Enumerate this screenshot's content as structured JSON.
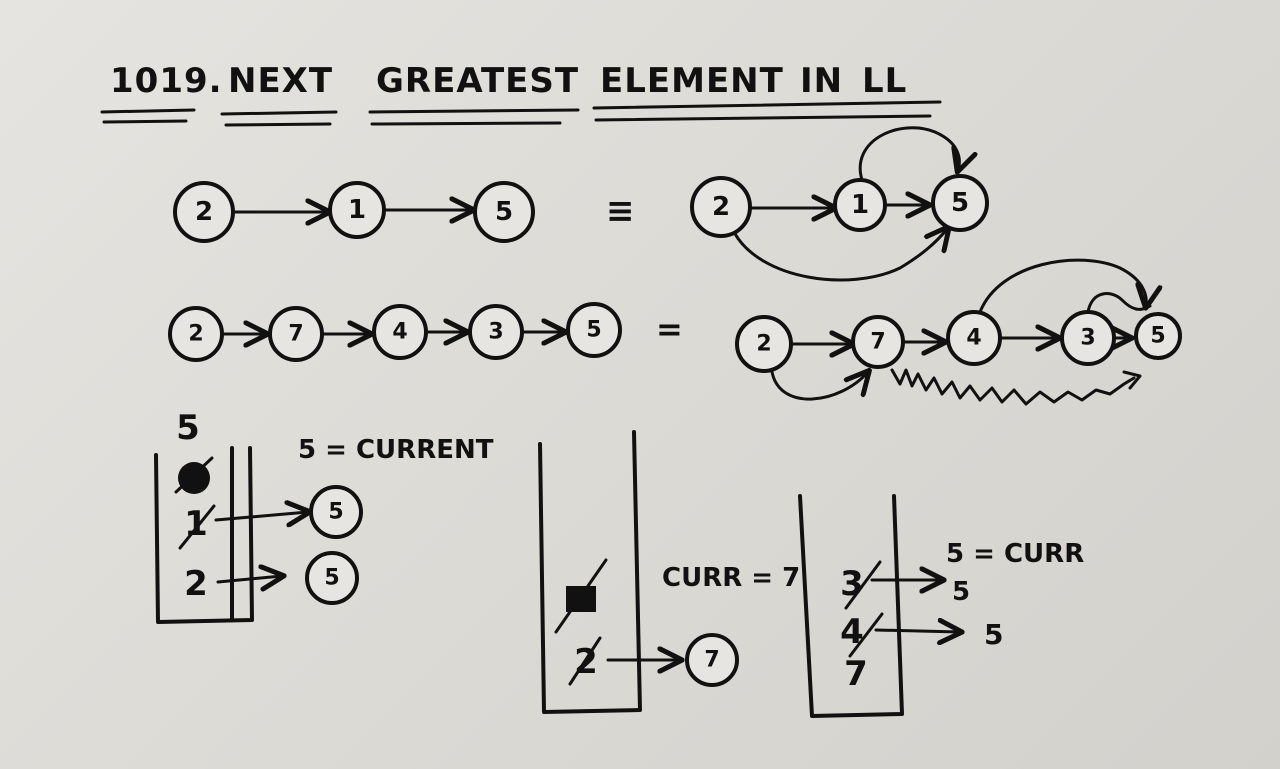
{
  "title": {
    "number": "1019.",
    "words": [
      "NEXT",
      "GREATEST",
      "ELEMENT",
      "IN",
      "LL"
    ]
  },
  "example1": {
    "list": [
      "2",
      "1",
      "5"
    ],
    "equiv": "≡",
    "rhs": [
      "2",
      "1",
      "5"
    ]
  },
  "example2": {
    "list": [
      "2",
      "7",
      "4",
      "3",
      "5"
    ],
    "equiv": "=",
    "rhs": [
      "2",
      "7",
      "4",
      "3",
      "5"
    ]
  },
  "stack1": {
    "top_label": "5",
    "note": "5 = CURRENT",
    "items": [
      "1",
      "2"
    ],
    "answers": [
      "5",
      "5"
    ]
  },
  "stack2": {
    "note": "CURR = 7",
    "items": [
      "2"
    ],
    "answers": [
      "7"
    ]
  },
  "stack3": {
    "note": "5 = CURR",
    "items": [
      "3",
      "4",
      "7"
    ],
    "answers": [
      "5",
      "5"
    ]
  }
}
